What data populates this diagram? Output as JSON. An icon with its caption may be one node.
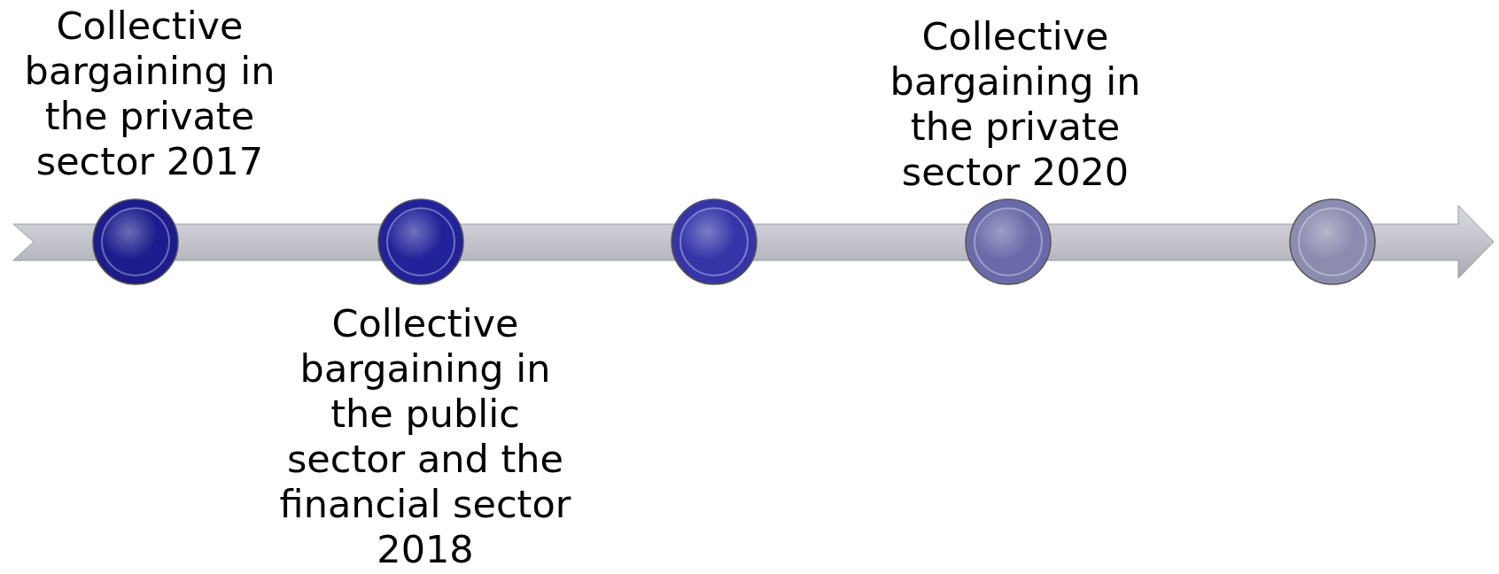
{
  "diagram": {
    "nodes": [
      {
        "text": [],
        "shape": "circle",
        "beside": [
          "Collective bargaining in the private sector 2017"
        ]
      },
      {
        "text": [],
        "shape": "circle",
        "beside": [
          "Collective bargaining in the public sector and the financial sector 2018"
        ]
      },
      {
        "text": [],
        "shape": "circle"
      },
      {
        "text": [],
        "shape": "circle",
        "beside": [
          "Collective bargaining in the private sector 2020"
        ]
      },
      {
        "text": [],
        "shape": "circle"
      }
    ]
  }
}
